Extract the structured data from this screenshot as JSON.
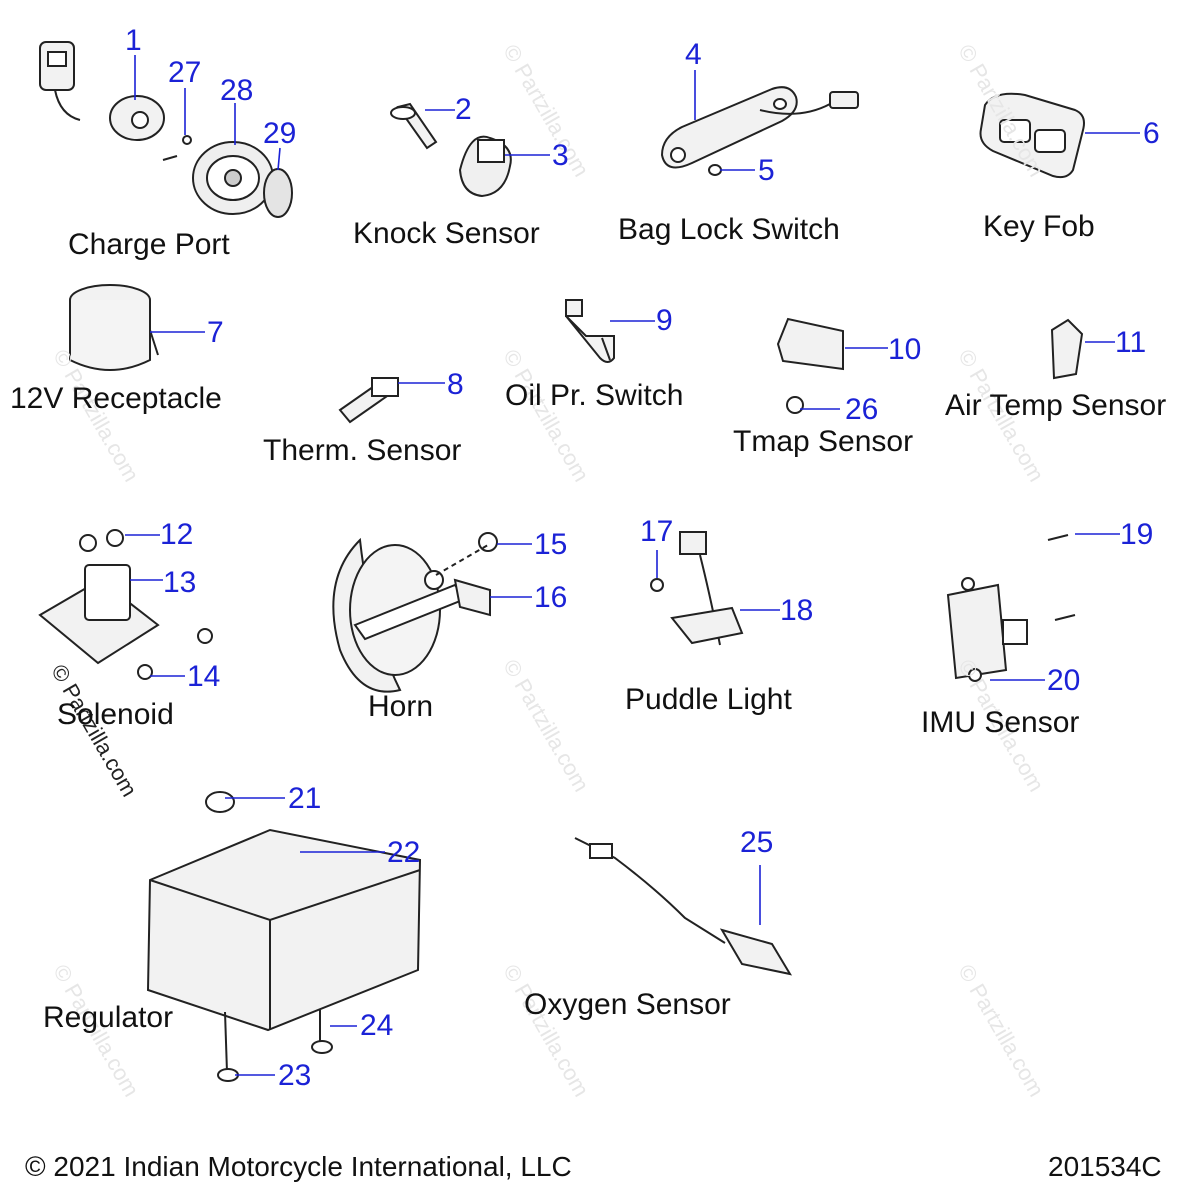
{
  "parts": [
    {
      "id": "charge-port",
      "label": "Charge Port"
    },
    {
      "id": "knock-sensor",
      "label": "Knock Sensor"
    },
    {
      "id": "bag-lock-switch",
      "label": "Bag Lock Switch"
    },
    {
      "id": "key-fob",
      "label": "Key Fob"
    },
    {
      "id": "12v-receptacle",
      "label": "12V Receptacle"
    },
    {
      "id": "therm-sensor",
      "label": "Therm. Sensor"
    },
    {
      "id": "oil-pr-switch",
      "label": "Oil Pr. Switch"
    },
    {
      "id": "tmap-sensor",
      "label": "Tmap Sensor"
    },
    {
      "id": "air-temp-sensor",
      "label": "Air Temp Sensor"
    },
    {
      "id": "solenoid",
      "label": "Solenoid"
    },
    {
      "id": "horn",
      "label": "Horn"
    },
    {
      "id": "puddle-light",
      "label": "Puddle Light"
    },
    {
      "id": "imu-sensor",
      "label": "IMU Sensor"
    },
    {
      "id": "regulator",
      "label": "Regulator"
    },
    {
      "id": "oxygen-sensor",
      "label": "Oxygen Sensor"
    }
  ],
  "callouts": [
    "1",
    "2",
    "3",
    "4",
    "5",
    "6",
    "7",
    "8",
    "9",
    "10",
    "11",
    "12",
    "13",
    "14",
    "15",
    "16",
    "17",
    "18",
    "19",
    "20",
    "21",
    "22",
    "23",
    "24",
    "25",
    "26",
    "27",
    "28",
    "29"
  ],
  "footer": {
    "copyright": "© 2021 Indian Motorcycle International, LLC",
    "code": "201534C"
  },
  "watermark": "© Partzilla.com",
  "colors": {
    "callout": "#1b22d6",
    "text": "#111111",
    "line": "#1b22d6"
  }
}
